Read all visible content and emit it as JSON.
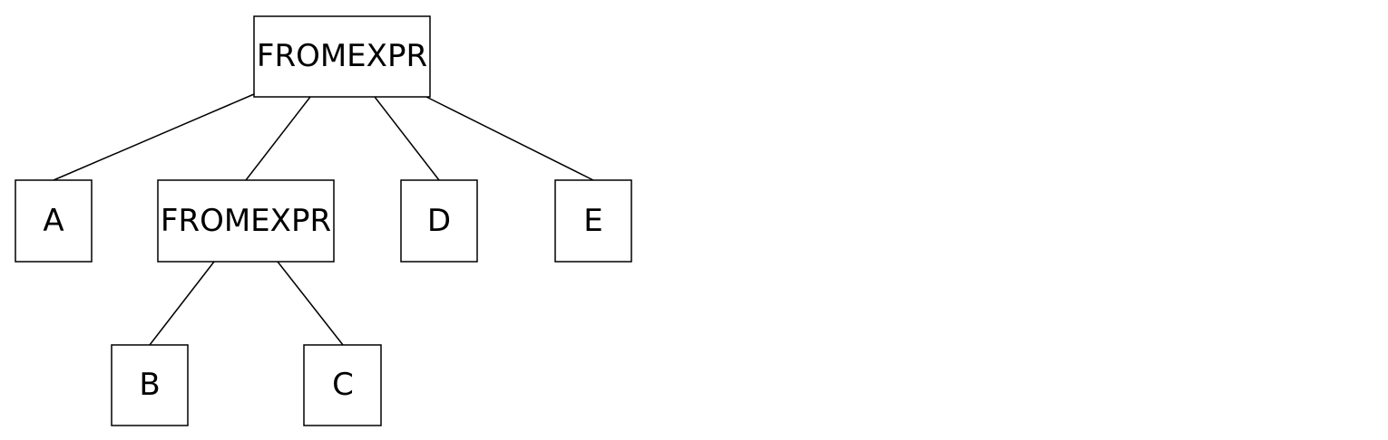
{
  "tree": {
    "nodes": [
      {
        "id": "root",
        "label": "FROMEXPR"
      },
      {
        "id": "a",
        "label": "A"
      },
      {
        "id": "inner",
        "label": "FROMEXPR"
      },
      {
        "id": "d",
        "label": "D"
      },
      {
        "id": "e",
        "label": "E"
      },
      {
        "id": "b",
        "label": "B"
      },
      {
        "id": "c",
        "label": "C"
      }
    ],
    "edges": [
      {
        "from": "root",
        "to": "a"
      },
      {
        "from": "root",
        "to": "inner"
      },
      {
        "from": "root",
        "to": "d"
      },
      {
        "from": "root",
        "to": "e"
      },
      {
        "from": "inner",
        "to": "b"
      },
      {
        "from": "inner",
        "to": "c"
      }
    ]
  }
}
